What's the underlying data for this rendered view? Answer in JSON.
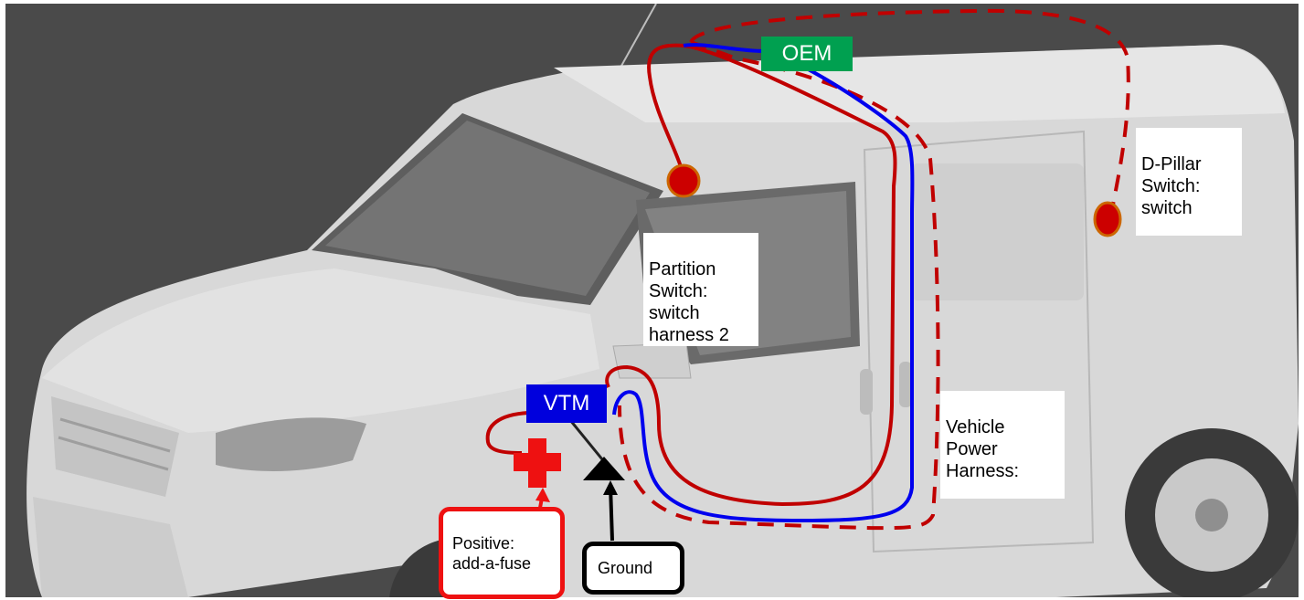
{
  "labels": {
    "oem": "OEM",
    "vtm": "VTM",
    "d_pillar": "D-Pillar\nSwitch:\nswitch",
    "partition": "Partition\nSwitch:\nswitch\nharness 2",
    "vehicle_power": "Vehicle\nPower\nHarness:",
    "positive": "Positive:\nadd-a-fuse",
    "ground": "Ground"
  },
  "colors": {
    "background": "#4a4a4a",
    "van_body": "#d6d6d6",
    "red_wire": "#c00000",
    "blue_wire": "#0000ee",
    "oem_tag": "#00a050",
    "vtm_tag": "#0000dd",
    "fuse": "#ee1111",
    "ground_symbol": "#000000",
    "switch_fill": "#cc0000",
    "switch_ring": "#cc6600"
  },
  "icons": {
    "fuse": "red-cross-icon",
    "ground": "black-triangle-icon",
    "switch": "red-dot-icon"
  }
}
